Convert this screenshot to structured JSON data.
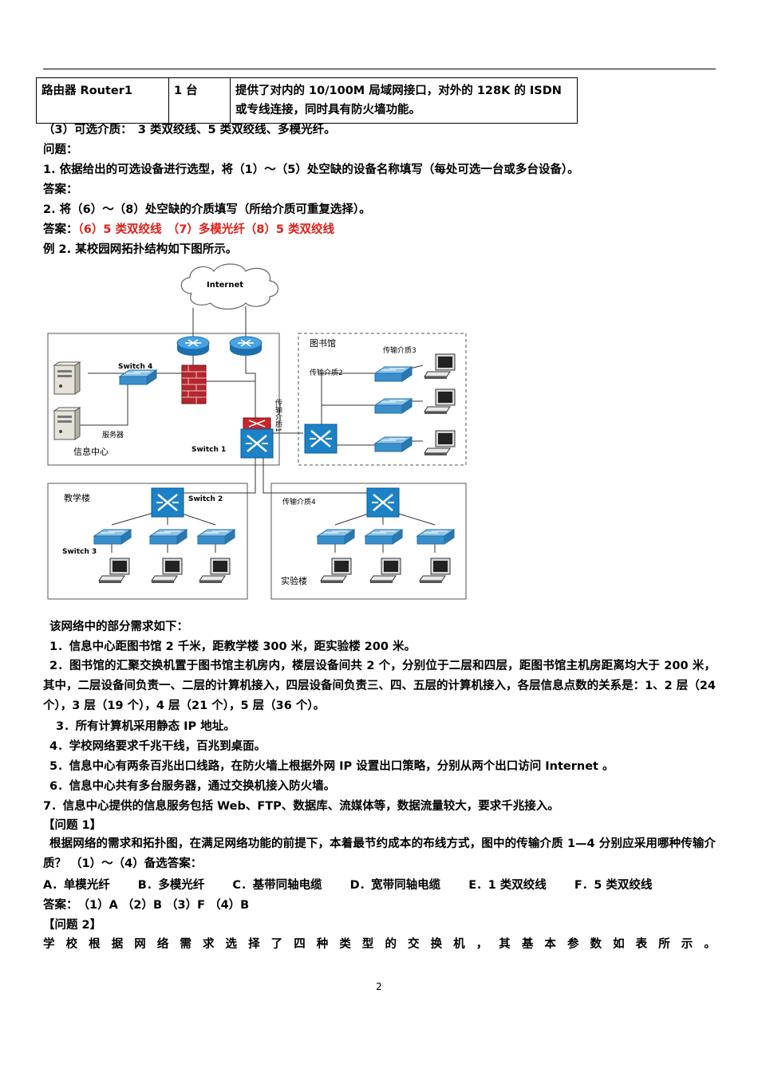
{
  "table_row": {
    "device": "路由器 Router1",
    "qty": "1 台",
    "desc1": "提供了对内的 10/100M 局域网接口，对外的 128K 的 ISDN",
    "desc2": "或专线连接，同时具有防火墙功能。"
  },
  "media_line": "（3）可选介质：　3 类双绞线、5 类双绞线、多模光纤。",
  "questions_label": "问题：",
  "q1": "1. 依据给出的可选设备进行选型，将（1）～（5）处空缺的设备名称填写（每处可选一台或多台设备）。",
  "answer_label": "答案：",
  "q2": "2. 将（6）～（8）处空缺的介质填写（所给介质可重复选择）。",
  "answer2_prefix": "答案：",
  "answer2_value": "（6）5 类双绞线　（7）多模光纤（8）5 类双绞线",
  "example_title": "例 2. 某校园网拓扑结构如下图所示。",
  "diagram": {
    "internet": "Internet",
    "switch4": "Switch 4",
    "server_label": "服务器",
    "info_center": "信息中心",
    "switch1": "Switch 1",
    "medium1": "传输介质1",
    "library": "图书馆",
    "medium2": "传输介质2",
    "medium3": "传输介质3",
    "teaching": "教学楼",
    "switch2": "Switch 2",
    "switch3": "Switch 3",
    "medium4": "传输介质4",
    "lab": "实验楼"
  },
  "req_intro": "该网络中的部分需求如下：",
  "req1": "1．信息中心距图书馆 2 千米，距教学楼 300 米，距实验楼 200 米。",
  "req2": "2．图书馆的汇聚交换机置于图书馆主机房内，楼层设备间共 2 个，分别位于二层和四层，距图书馆主机房距离均大于 200 米，其中，二层设备间负责一、二层的计算机接入，四层设备间负责三、四、五层的计算机接入，各层信息点数的关系是：1、2 层（24 个），3 层（19 个），4 层（21 个），5 层（36 个）。",
  "req3": "3．所有计算机采用静态 IP 地址。",
  "req4": "4．学校网络要求千兆干线，百兆到桌面。",
  "req5": "5．信息中心有两条百兆出口线路，在防火墙上根据外网 IP 设置出口策略，分别从两个出口访问 Internet 。",
  "req6": "6．信息中心共有多台服务器，通过交换机接入防火墙。",
  "req7": "7．信息中心提供的信息服务包括 Web、FTP、数据库、流媒体等，数据流量较大，要求千兆接入。",
  "problem1": "【问题 1】",
  "problem1_text": "根据网络的需求和拓扑图，在满足网络功能的前提下，本着最节约成本的布线方式，图中的传输介质 1—4 分别应采用哪种传输介质？ （1）～（4）备选答案：",
  "options": [
    "A．单模光纤",
    "B．多模光纤",
    "C．基带同轴电缆",
    "D．宽带同轴电缆",
    "E．1 类双绞线",
    "F．5 类双绞线"
  ],
  "answer3": "答案：　（1）A （2）B （3）F （4）B",
  "problem2": "【问题 2】",
  "problem2_chars": [
    "学",
    "校",
    "根",
    "据",
    "网",
    "络",
    "需",
    "求",
    "选",
    "择",
    "了",
    "四",
    "种",
    "类",
    "型",
    "的",
    "交",
    "换",
    "机",
    "，",
    "其",
    "基",
    "本",
    "参",
    "数",
    "如",
    "表",
    "所",
    "示",
    "。"
  ],
  "page_number": "2"
}
